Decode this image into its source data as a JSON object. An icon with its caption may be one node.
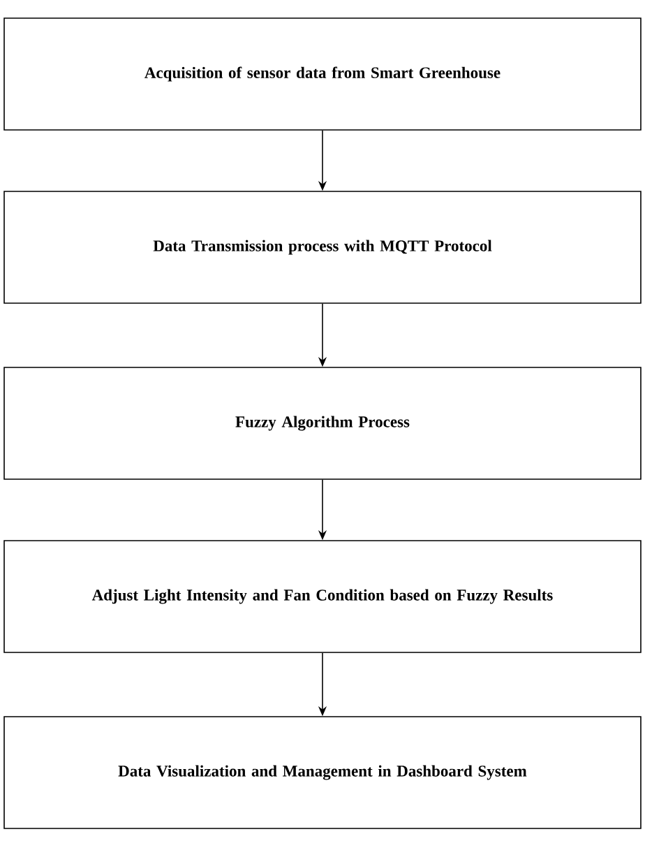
{
  "diagram": {
    "nodes": [
      {
        "text": [
          "Acquisition of sensor data from Smart Greenhouse"
        ]
      },
      {
        "text": [
          "Data Transmission process with MQTT Protocol"
        ]
      },
      {
        "text": [
          "Fuzzy Algorithm Process"
        ]
      },
      {
        "text": [
          "Adjust Light Intensity and Fan Condition based on Fuzzy Results"
        ]
      },
      {
        "text": [
          "Data Visualization and Management in Dashboard System"
        ]
      }
    ],
    "edges": [
      {
        "from": 0,
        "to": 1,
        "arrow": "to"
      },
      {
        "from": 1,
        "to": 2,
        "arrow": "to"
      },
      {
        "from": 2,
        "to": 3,
        "arrow": "to"
      },
      {
        "from": 3,
        "to": 4,
        "arrow": "to"
      }
    ]
  }
}
